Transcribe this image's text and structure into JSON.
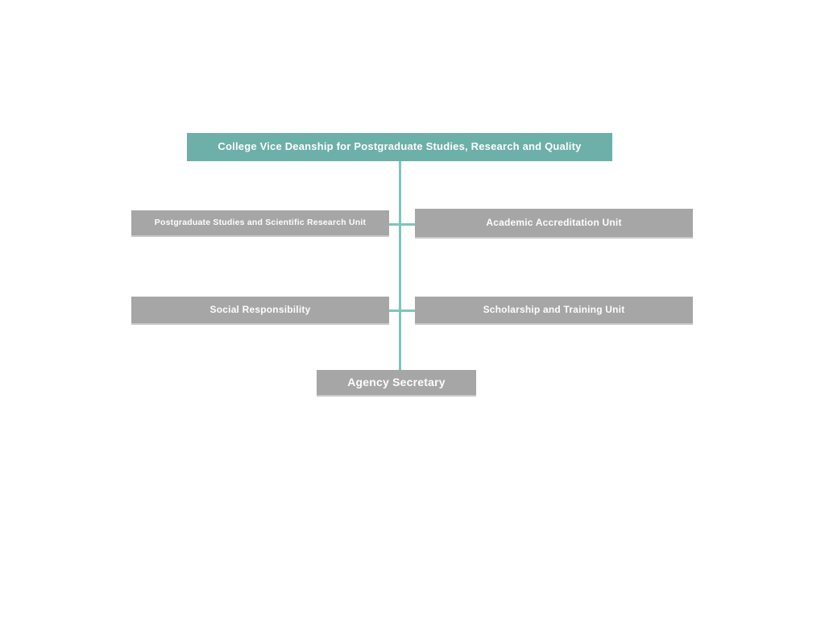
{
  "colors": {
    "root_box": "#6cb0a9",
    "unit_box": "#a6a6a6",
    "connector": "#80c4bc",
    "text": "#fdfdfd",
    "background": "#ffffff"
  },
  "orgchart": {
    "root": {
      "label": "College Vice Deanship for Postgraduate Studies, Research and Quality"
    },
    "units": [
      {
        "label": "Postgraduate Studies and Scientific Research Unit"
      },
      {
        "label": "Academic Accreditation Unit"
      },
      {
        "label": "Social Responsibility"
      },
      {
        "label": "Scholarship and Training Unit"
      }
    ],
    "secretary": {
      "label": "Agency Secretary"
    }
  }
}
